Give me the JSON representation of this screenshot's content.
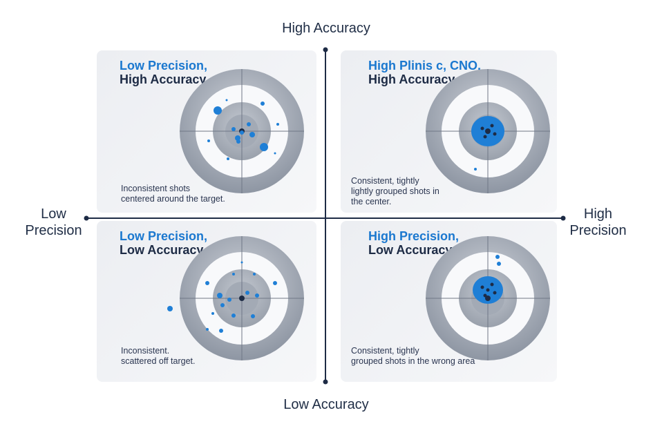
{
  "axes": {
    "top": "High Accuracy",
    "bottom": "Low Accuracy",
    "left": "Low\nPrecision",
    "right": "High\nPrecision"
  },
  "quadrants": [
    {
      "title_line1": "Low Precision,",
      "title_line2": "High Accuracy",
      "description": "Inconsistent shots\ncentered around the target."
    },
    {
      "title_line1": "High Plinis c, CNO,",
      "title_line2": "High Accuracy",
      "description": "Consistent, tightly\nlightly grouped shots in\nthe center."
    },
    {
      "title_line1": "Low Precision,",
      "title_line2": "Low Accuracy",
      "description": "Inconsistent.\nscattered off target."
    },
    {
      "title_line1": "High Precision,",
      "title_line2": "Low Accuracy",
      "description": "Consistent, tightly\ngrouped shots in the wrong area"
    }
  ],
  "colors": {
    "accent": "#1b78cf",
    "dark": "#1d2b45",
    "shot": "#1f7fd6"
  }
}
